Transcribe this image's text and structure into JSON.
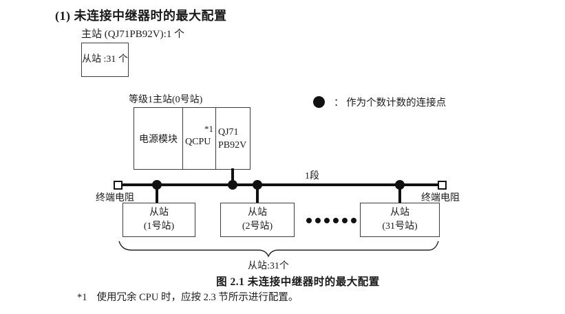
{
  "colors": {
    "text": "#1a1a1a",
    "line": "#111111",
    "box_border": "#3c3c3c",
    "background": "#ffffff"
  },
  "header": {
    "heading": "(1) 未连接中继器时的最大配置",
    "master_count_line": "主站 (QJ71PB92V):1 个",
    "slave_count_line": "从站 :31 个"
  },
  "diagram": {
    "master_station_label": "等级1主站(0号站)",
    "master_box": {
      "power_module": "电源模块",
      "cpu": "QCPU",
      "cpu_footnote_ref": "*1",
      "pb92v_line1": "QJ71",
      "pb92v_line2": "PB92V"
    },
    "legend": {
      "marker": "●",
      "text": "：  作为个数计数的连接点"
    },
    "segment_label": "1段",
    "terminator_left_label": "终端电阻",
    "terminator_right_label": "终端电阻",
    "slaves": [
      {
        "line1": "从站",
        "line2": "(1号站)"
      },
      {
        "line1": "从站",
        "line2": "(2号站)"
      },
      {
        "line1": "从站",
        "line2": "(31号站)"
      }
    ],
    "brace_label": "从站:31个"
  },
  "caption": "图 2.1 未连接中继器时的最大配置",
  "footnote": {
    "ref": "*1",
    "text": "使用冗余 CPU 时，应按 2.3 节所示进行配置。"
  }
}
